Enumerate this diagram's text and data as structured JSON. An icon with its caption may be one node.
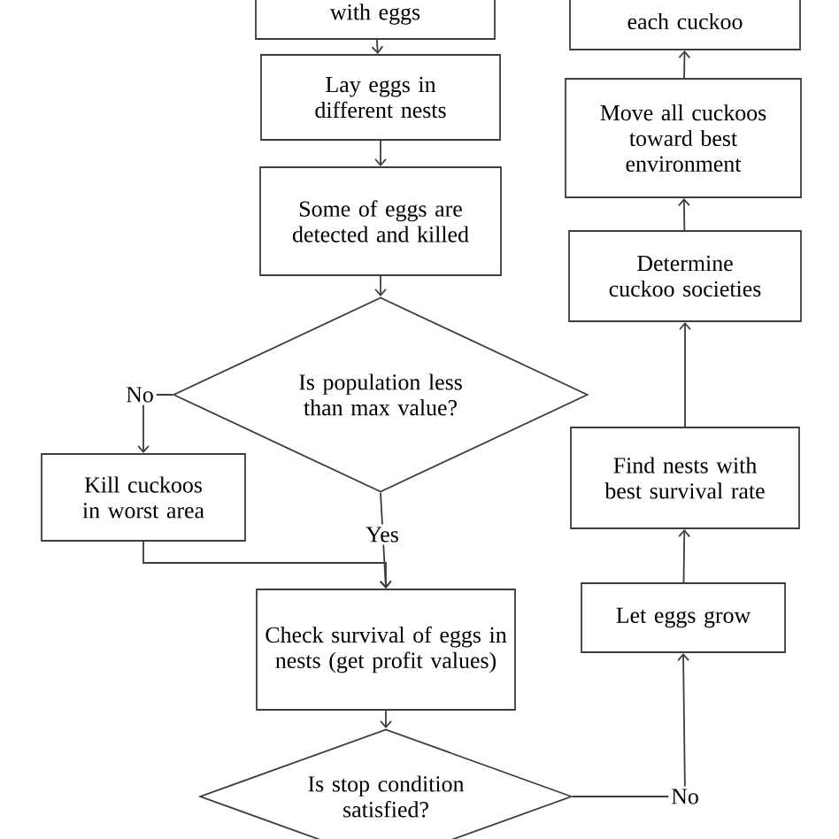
{
  "diagram": {
    "nodes": [
      {
        "text": [
          "with eggs"
        ]
      },
      {
        "text": [
          "each cuckoo"
        ]
      },
      {
        "text": [
          "Lay eggs in different nests"
        ]
      },
      {
        "text": [
          "Some of eggs are detected and killed"
        ]
      },
      {
        "text": [
          "Is population less than max value?"
        ]
      },
      {
        "text": [
          "Kill cuckoos in worst area"
        ]
      },
      {
        "text": [
          "Check survival of eggs in nests (get profit values)"
        ]
      },
      {
        "text": [
          "Is stop condition satisfied?"
        ]
      },
      {
        "text": [
          "Let eggs grow"
        ]
      },
      {
        "text": [
          "Find nests with best survival rate"
        ]
      },
      {
        "text": [
          "Determine cuckoo societies"
        ]
      },
      {
        "text": [
          "Move all cuckoos toward best environment"
        ]
      }
    ],
    "edges": [
      {
        "from": 0,
        "to": 2,
        "arrow": "to"
      },
      {
        "from": 2,
        "to": 3,
        "arrow": "to"
      },
      {
        "from": 3,
        "to": 4,
        "arrow": "to"
      },
      {
        "from": 4,
        "to": 5,
        "arrow": "to",
        "label": "No"
      },
      {
        "from": 4,
        "to": 6,
        "arrow": "to",
        "label": "Yes"
      },
      {
        "from": 5,
        "to": 6,
        "arrow": "to"
      },
      {
        "from": 6,
        "to": 7,
        "arrow": "to"
      },
      {
        "from": 7,
        "to": 8,
        "arrow": "to",
        "label": "No"
      },
      {
        "from": 8,
        "to": 9,
        "arrow": "to"
      },
      {
        "from": 9,
        "to": 10,
        "arrow": "to"
      },
      {
        "from": 10,
        "to": 11,
        "arrow": "to"
      },
      {
        "from": 11,
        "to": 1,
        "arrow": "to"
      }
    ]
  }
}
